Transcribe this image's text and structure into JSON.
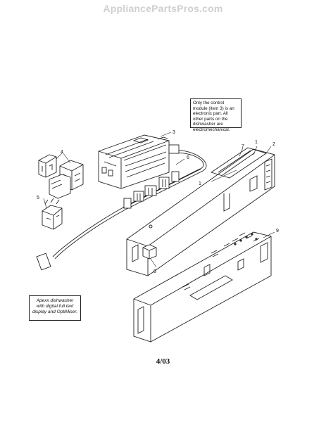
{
  "watermark": "AppliancePartsPros.com",
  "notes": {
    "top": "Only the control module (item 3) is an electronic part. All other parts on the dishwasher are electromechanical.",
    "bottom_brand": "Apexx",
    "bottom_text": "dishwasher with digital full text display and OptiMiser."
  },
  "callouts": {
    "c1a": "1",
    "c1b": "1",
    "c2": "2",
    "c3": "3",
    "c4": "4",
    "c5": "5",
    "c6": "6",
    "c7": "7",
    "c8": "8",
    "c9": "9"
  },
  "date": "4/03"
}
